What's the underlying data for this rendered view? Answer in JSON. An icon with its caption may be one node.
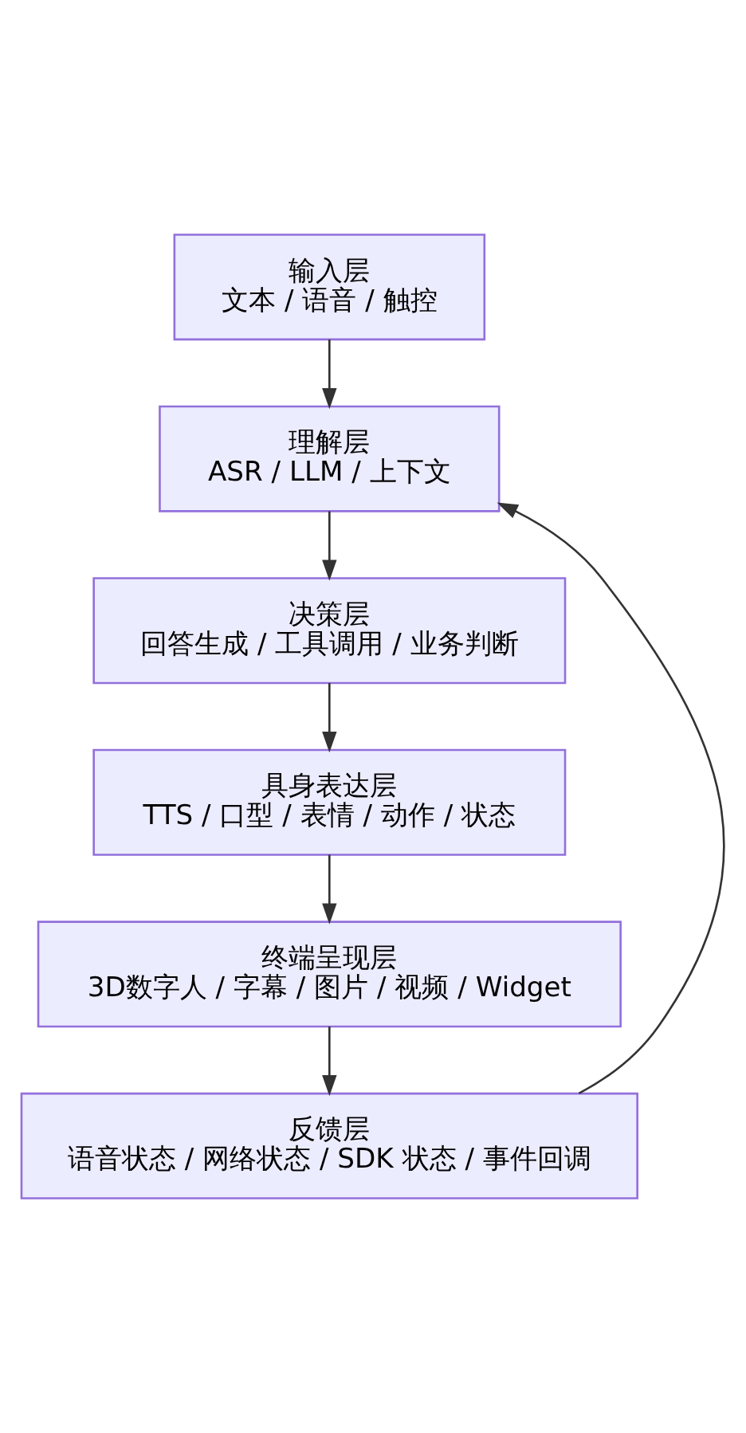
{
  "diagram": {
    "nodes": [
      {
        "text": [
          "输入层",
          "文本 / 语音 / 触控"
        ]
      },
      {
        "text": [
          "理解层",
          "ASR / LLM / 上下文"
        ]
      },
      {
        "text": [
          "决策层",
          "回答生成 / 工具调用 / 业务判断"
        ]
      },
      {
        "text": [
          "具身表达层",
          "TTS / 口型 / 表情 / 动作 / 状态"
        ]
      },
      {
        "text": [
          "终端呈现层",
          "3D数字人 / 字幕 / 图片 / 视频 / Widget"
        ]
      },
      {
        "text": [
          "反馈层",
          "语音状态 / 网络状态 / SDK 状态 / 事件回调"
        ]
      }
    ],
    "edges": [
      {
        "from": 0,
        "to": 1,
        "arrow": "to"
      },
      {
        "from": 1,
        "to": 2,
        "arrow": "to"
      },
      {
        "from": 2,
        "to": 3,
        "arrow": "to"
      },
      {
        "from": 3,
        "to": 4,
        "arrow": "to"
      },
      {
        "from": 4,
        "to": 5,
        "arrow": "to"
      },
      {
        "from": 5,
        "to": 1,
        "arrow": "to"
      }
    ]
  }
}
